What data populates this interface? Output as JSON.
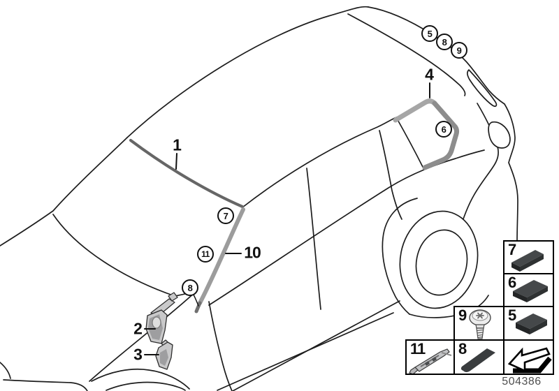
{
  "figure": {
    "doc_number": "504386",
    "callouts": {
      "c1": "1",
      "c2": "2",
      "c3": "3",
      "c4": "4",
      "c10": "10",
      "b5": "5",
      "b6": "6",
      "b7": "7",
      "b8_roof": "8",
      "b8_pillar": "8",
      "b9": "9",
      "b11": "11"
    },
    "legend": {
      "items": [
        {
          "label": "7",
          "icon": "seal-block-long-icon"
        },
        {
          "label": "6",
          "icon": "seal-pad-large-icon"
        },
        {
          "label": "5",
          "icon": "seal-pad-icon"
        },
        {
          "label": "9",
          "icon": "screw-icon"
        },
        {
          "label": "8",
          "icon": "seal-strip-icon"
        },
        {
          "label": "11",
          "icon": "cover-clip-icon"
        },
        {
          "label": "",
          "icon": "direction-arrow-icon"
        }
      ]
    },
    "colors": {
      "line": "#1d1d1d",
      "windshield_molding_gray": "#666666",
      "pillar_strip_gray": "#9c9c9c",
      "quarter_trim_gray": "#a6a6a6",
      "part_fill_gray": "#c9c9ca",
      "doc_number_gray": "#4f4f4f"
    }
  }
}
